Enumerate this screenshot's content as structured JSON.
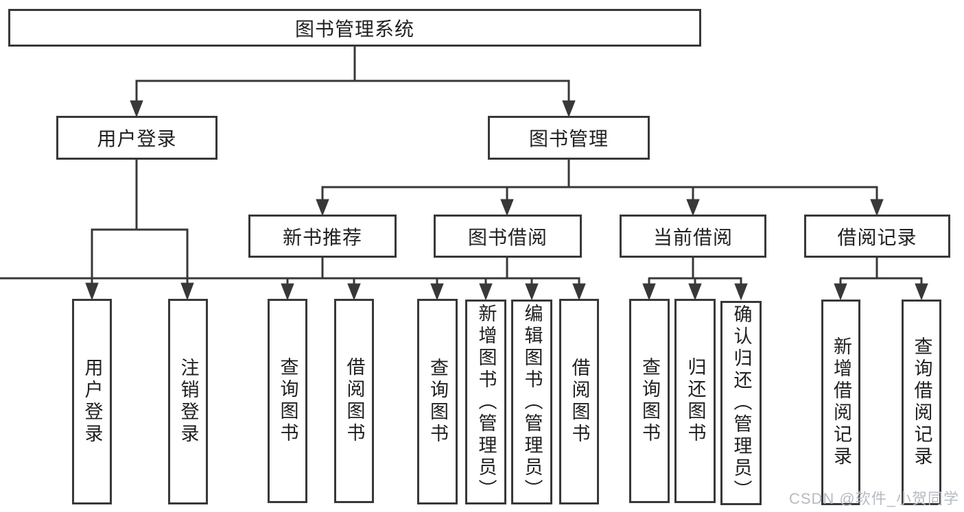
{
  "colors": {
    "line": "#383838",
    "text": "#1f1f1f",
    "background": "#ffffff",
    "watermark": "#b6bbc1"
  },
  "tree": {
    "label": "图书管理系统",
    "children": [
      {
        "label": "用户登录",
        "children": [
          {
            "label": "用户登录"
          },
          {
            "label": "注销登录"
          }
        ]
      },
      {
        "label": "图书管理",
        "children": [
          {
            "label": "新书推荐",
            "children": [
              {
                "label": "查询图书"
              },
              {
                "label": "借阅图书"
              }
            ]
          },
          {
            "label": "图书借阅",
            "children": [
              {
                "label": "查询图书"
              },
              {
                "label": "新增图书（管理员）"
              },
              {
                "label": "编辑图书（管理员）"
              },
              {
                "label": "借阅图书"
              }
            ]
          },
          {
            "label": "当前借阅",
            "children": [
              {
                "label": "查询图书"
              },
              {
                "label": "归还图书"
              },
              {
                "label": "确认归还（管理员）"
              }
            ]
          },
          {
            "label": "借阅记录",
            "children": [
              {
                "label": "新增借阅记录"
              },
              {
                "label": "查询借阅记录"
              }
            ]
          }
        ]
      }
    ]
  },
  "watermark": {
    "text": "CSDN @软件_小贺同学"
  }
}
